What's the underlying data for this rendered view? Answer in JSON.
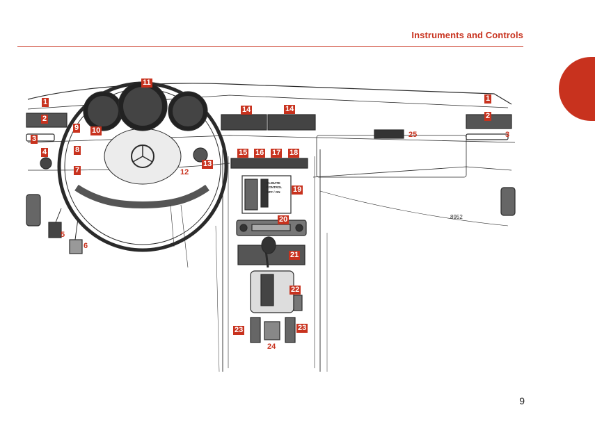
{
  "header": {
    "title": "Instruments and Controls"
  },
  "figure": {
    "figure_number": "8952",
    "climate_panel": {
      "line1": "CLIMATE",
      "line2": "CONTROL",
      "line3": "OFF / ON"
    },
    "callouts": [
      "1",
      "2",
      "3",
      "4",
      "5",
      "6",
      "7",
      "8",
      "9",
      "10",
      "11",
      "12",
      "13",
      "14",
      "15",
      "16",
      "17",
      "18",
      "19",
      "20",
      "21",
      "22",
      "23",
      "24",
      "25"
    ]
  },
  "footer": {
    "page_number": "9"
  },
  "colors": {
    "accent": "#c8321e",
    "line_art": "#2a2a2a"
  }
}
